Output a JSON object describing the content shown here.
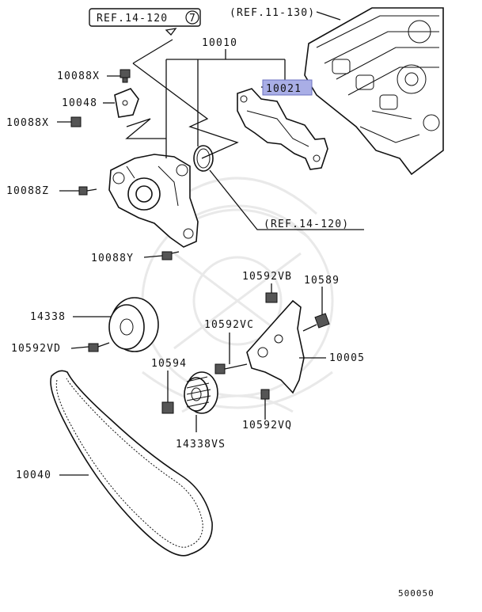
{
  "callouts": {
    "ref_14_120_top": "REF.14-120",
    "ref_14_120_top_circle": "7",
    "ref_11_130": "(REF.11-130)",
    "ref_14_120_mid": "(REF.14-120)",
    "p10010": "10010",
    "p10021": "10021",
    "p10088X_a": "10088X",
    "p10048": "10048",
    "p10088X_b": "10088X",
    "p10088Z": "10088Z",
    "p10088Y": "10088Y",
    "p10592VB": "10592VB",
    "p10589": "10589",
    "p14338": "14338",
    "p10592VC": "10592VC",
    "p10005": "10005",
    "p10592VD": "10592VD",
    "p10594": "10594",
    "p10592VQ": "10592VQ",
    "p14338VS": "14338VS",
    "p10040": "10040"
  },
  "diagram_id": "500050",
  "colors": {
    "ink": "#111111",
    "highlight": "#a9aee6",
    "watermark": "#e9e9e9"
  }
}
